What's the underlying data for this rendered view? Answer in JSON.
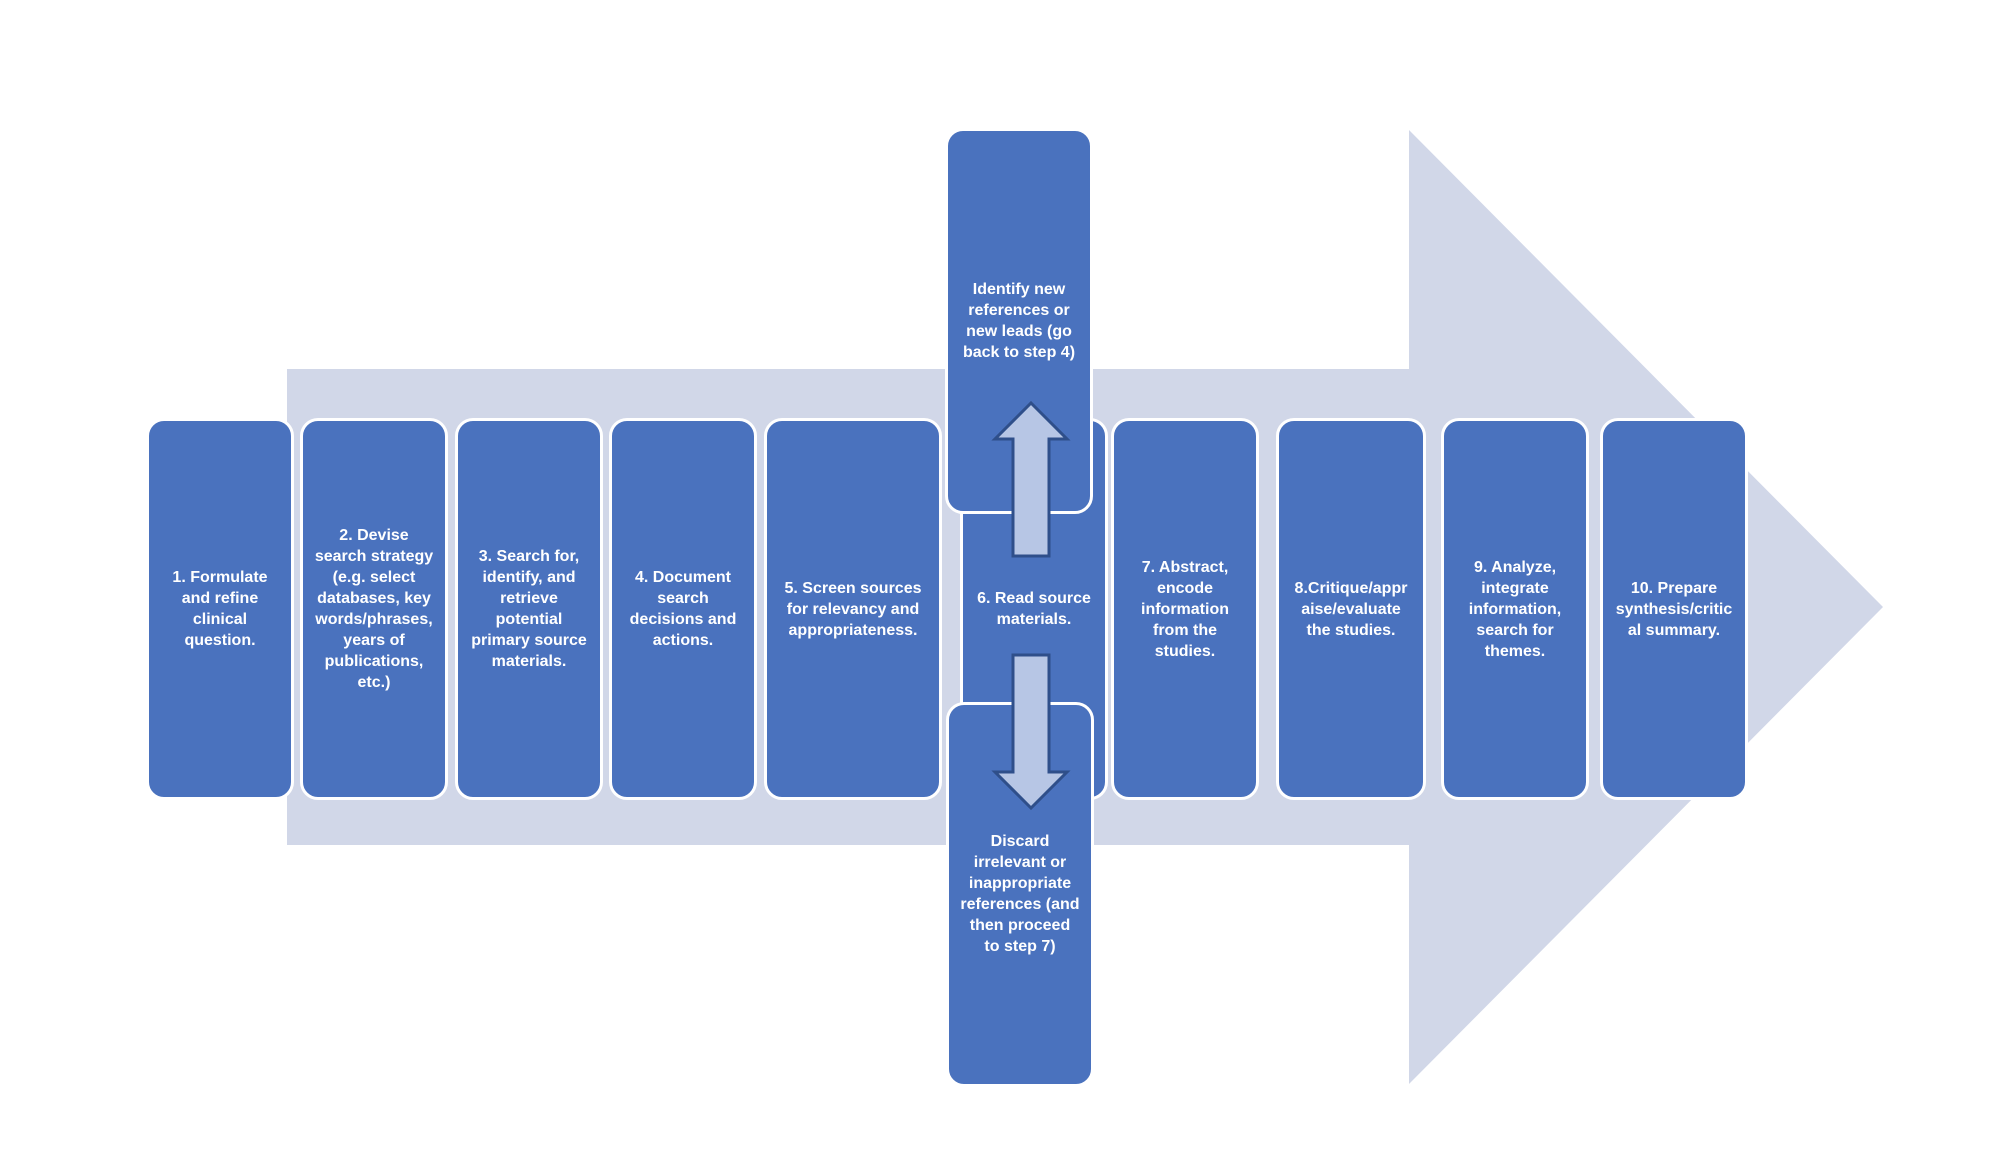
{
  "colors": {
    "big_arrow": "#d1d7e8",
    "box_fill": "#4a72be",
    "box_border": "#ffffff",
    "small_arrow_fill": "#b7c6e5",
    "small_arrow_stroke": "#2f4f8a",
    "text": "#ffffff"
  },
  "steps": [
    {
      "id": "step-1",
      "text": "1. Formulate\nand refine\nclinical\nquestion."
    },
    {
      "id": "step-2",
      "text": "2. Devise\nsearch strategy\n(e.g. select\ndatabases, key\nwords/phrases,\nyears of\npublications,\netc.)"
    },
    {
      "id": "step-3",
      "text": "3. Search for,\nidentify, and\nretrieve\npotential\nprimary source\nmaterials."
    },
    {
      "id": "step-4",
      "text": "4. Document\nsearch\ndecisions and\nactions."
    },
    {
      "id": "step-5",
      "text": "5. Screen sources\nfor relevancy and\nappropriateness."
    },
    {
      "id": "step-6",
      "text": "6. Read source\nmaterials."
    },
    {
      "id": "step-7",
      "text": "7. Abstract,\nencode\ninformation\nfrom the\nstudies."
    },
    {
      "id": "step-8",
      "text": "8.Critique/appr\naise/evaluate\nthe studies."
    },
    {
      "id": "step-9",
      "text": "9. Analyze,\nintegrate\ninformation,\nsearch for\nthemes."
    },
    {
      "id": "step-10",
      "text": "10. Prepare\nsynthesis/critic\nal summary."
    }
  ],
  "branches": {
    "up": {
      "text": "Identify new\nreferences or\nnew leads (go\nback to step 4)"
    },
    "down": {
      "text": "Discard\nirrelevant or\ninappropriate\nreferences (and\nthen proceed\nto step 7)"
    }
  }
}
